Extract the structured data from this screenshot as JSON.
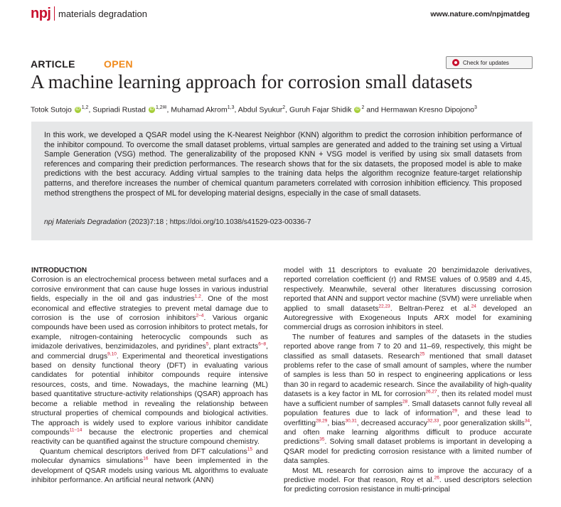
{
  "header": {
    "logo": "npj",
    "journal": "materials degradation",
    "site": "www.nature.com/npjmatdeg"
  },
  "article_type": "ARTICLE",
  "open_label": "OPEN",
  "check_updates": "Check for updates",
  "title": "A machine learning approach for corrosion small datasets",
  "authors": {
    "a1": "Totok Sutojo",
    "a1s": "1,2",
    "a2": "Supriadi Rustad",
    "a2s": "1,2✉",
    "a3": "Muhamad Akrom",
    "a3s": "1,3",
    "a4": "Abdul Syukur",
    "a4s": "2",
    "a5": "Guruh Fajar Shidik",
    "a5s": "2",
    "a6": "and Hermawan Kresno Dipojono",
    "a6s": "3"
  },
  "abstract": "In this work, we developed a QSAR model using the K-Nearest Neighbor (KNN) algorithm to predict the corrosion inhibition performance of the inhibitor compound. To overcome the small dataset problems, virtual samples are generated and added to the training set using a Virtual Sample Generation (VSG) method. The generalizability of the proposed KNN + VSG model is verified by using six small datasets from references and comparing their prediction performances. The research shows that for the six datasets, the proposed model is able to make predictions with the best accuracy. Adding virtual samples to the training data helps the algorithm recognize feature-target relationship patterns, and therefore increases the number of chemical quantum parameters correlated with corrosion inhibition efficiency. This proposed method strengthens the prospect of ML for developing material designs, especially in the case of small datasets.",
  "citation": {
    "journal": "npj Materials Degradation",
    "rest": " (2023)7:18 ; https://doi.org/10.1038/s41529-023-00336-7"
  },
  "intro": {
    "heading": "INTRODUCTION",
    "l1": "Corrosion is an electrochemical process between metal surfaces and a corrosive environment that can cause huge losses in various industrial fields, especially in the oil and gas industries",
    "l1s": "1,2",
    "l2": ". One of the most economical and effective strategies to prevent metal damage due to corrosion is the use of corrosion inhibitors",
    "l2s": "2–4",
    "l3": ". Various organic compounds have been used as corrosion inhibitors to protect metals, for example, nitrogen-containing heterocyclic compounds such as imidazole derivatives, benzimidazoles, and pyridines",
    "l3s": "5",
    "l4": ", plant extracts",
    "l4s": "6–8",
    "l5": ", and commercial drugs",
    "l5s": "9,10",
    "l6": ". Experimental and theoretical investigations based on density functional theory (DFT) in evaluating various candidates for potential inhibitor compounds require intensive resources, costs, and time. Nowadays, the machine learning (ML) based quantitative structure-activity relationships (QSAR) approach has become a reliable method in revealing the relationship between structural properties of chemical compounds and biological activities. The approach is widely used to explore various inhibitor candidate compounds",
    "l6s": "11–14",
    "l7": " because the electronic properties and chemical reactivity can be quantified against the structure compound chemistry.",
    "p2a": "Quantum chemical descriptors derived from DFT calculations",
    "p2as": "15",
    "p2b": " and molecular dynamics simulations",
    "p2bs": "16",
    "p2c": " have been implemented in the development of QSAR models using various ML algorithms to evaluate inhibitor performance. An artificial neural network (ANN)"
  },
  "right": {
    "r1": "model with 11 descriptors to evaluate 20 benzimidazole derivatives, reported correlation coefficient (r) and RMSE values of 0.9589 and 4.45, respectively. Meanwhile, several other literatures discussing corrosion reported that ANN and support vector machine (SVM) were unreliable when applied to small datasets",
    "r1s": "22,23",
    "r2": ". Beltran-Perez et al.",
    "r2s": "24",
    "r3": " developed an Autoregressive with Exogeneous Inputs ARX model for examining commercial drugs as corrosion inhibitors in steel.",
    "p2a": "The number of features and samples of the datasets in the studies reported above range from 7 to 20 and 11–69, respectively, this might be classified as small datasets. Research",
    "p2as": "25",
    "p2b": " mentioned that small dataset problems refer to the case of small amount of samples, where the number of samples is less than 50 in respect to engineering applications or less than 30 in regard to academic research. Since the availability of high-quality datasets is a key factor in ML for corrosion",
    "p2bs": "26,27",
    "p2c": ", then its related model must have a sufficient number of samples",
    "p2cs": "28",
    "p2d": ". Small datasets cannot fully reveal all population features due to lack of information",
    "p2ds": "29",
    "p2e": ", and these lead to overfitting",
    "p2es": "28,29",
    "p2f": ", bias",
    "p2fs": "30,31",
    "p2g": ", decreased accuracy",
    "p2gs": "32,33",
    "p2h": ", poor generalization skills",
    "p2hs": "34",
    "p2i": ", and often make learning algorithms difficult to produce accurate predictions",
    "p2is": "35",
    "p2j": ". Solving small dataset problems is important in developing a QSAR model for predicting corrosion resistance with a limited number of data samples.",
    "p3a": "Most ML research for corrosion aims to improve the accuracy of a predictive model. For that reason, Roy et al.",
    "p3as": "26",
    "p3b": ". used descriptors selection for predicting corrosion resistance in multi-principal"
  }
}
